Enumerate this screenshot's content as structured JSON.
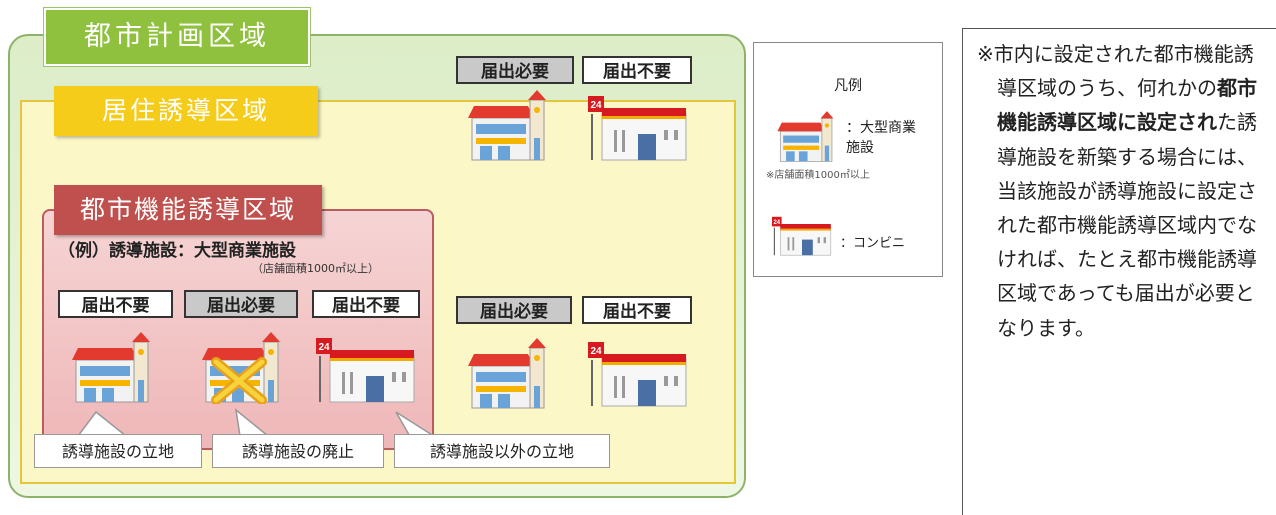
{
  "regions": {
    "city": "都市計画区域",
    "residential": "居住誘導区域",
    "urban": "都市機能誘導区域"
  },
  "example": {
    "text": "（例）誘導施設：大型商業施設",
    "note": "（店舗面積1000㎡以上）"
  },
  "badges": {
    "required": "届出必要",
    "not_required": "届出不要"
  },
  "callouts": {
    "siting": "誘導施設の立地",
    "abolition": "誘導施設の廃止",
    "other_siting": "誘導施設以外の立地"
  },
  "legend": {
    "title": "凡例",
    "mall_label": "：大型商業施設",
    "mall_note": "※店舗面積1000㎡以上",
    "convenience_label": "：コンビニ"
  },
  "note": {
    "part1": "※市内に設定された都市機能誘導区域のうち、何れかの",
    "bold": "都市機能誘導区域に設定され",
    "part2": "た誘導施設を新築する場合には、当該施設が誘導施設に設定された都市機能誘導区域内でなければ、たとえ都市機能誘導区域であっても届出が必要となります。"
  },
  "icons": {
    "store_24_text": "24"
  },
  "colors": {
    "city_green": "#8fc13e",
    "residential_yellow": "#f6cc1a",
    "urban_red": "#c0504d"
  }
}
